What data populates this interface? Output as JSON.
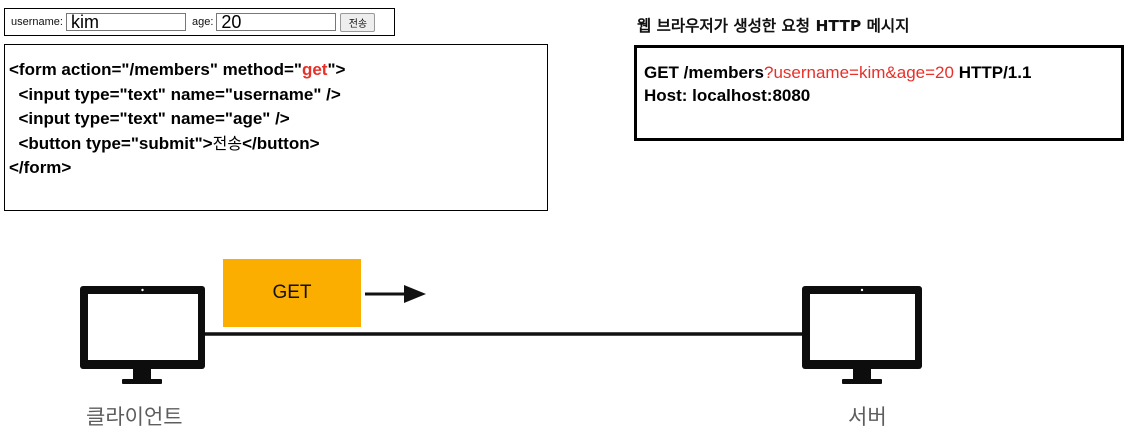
{
  "form_preview": {
    "username_label": "username:",
    "username_value": "kim",
    "age_label": "age:",
    "age_value": "20",
    "submit_label": "전송"
  },
  "code": {
    "l1_open": "<form action=\"",
    "l1_action": "/members",
    "l1_mid": "\" method=\"",
    "l1_method": "get",
    "l1_close": "\">",
    "l2_open": "  <input type=\"text\" name=\"",
    "l2_name": "username",
    "l2_close": "\" />",
    "l3_open": "  <input type=\"text\" name=\"",
    "l3_name": "age",
    "l3_close": "\" />",
    "l4_open": "  <button type=\"submit\">",
    "l4_text": "전송",
    "l4_close": "</button>",
    "l5": "</form>"
  },
  "http_message": {
    "title": "웹 브라우저가 생성한 요청 HTTP 메시지",
    "method": "GET ",
    "path": "/members",
    "query": "?username=kim&age=20",
    "version": " HTTP/1.1",
    "host_line": "Host: localhost:8080"
  },
  "diagram": {
    "request_label": "GET",
    "client_label": "클라이언트",
    "server_label": "서버",
    "request_color": "#fbae00",
    "highlight_color": "#e8302a"
  }
}
